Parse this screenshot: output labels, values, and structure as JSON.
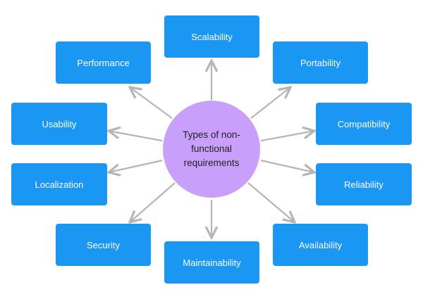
{
  "center": {
    "label": "Types of non-functional requirements"
  },
  "nodes": [
    {
      "label": "Scalability"
    },
    {
      "label": "Portability"
    },
    {
      "label": "Compatibility"
    },
    {
      "label": "Reliability"
    },
    {
      "label": "Availability"
    },
    {
      "label": "Maintainability"
    },
    {
      "label": "Security"
    },
    {
      "label": "Localization"
    },
    {
      "label": "Usability"
    },
    {
      "label": "Performance"
    }
  ],
  "colors": {
    "box": "#1a97f3",
    "center": "#c8a0fb",
    "arrow": "#b5b5b5"
  }
}
